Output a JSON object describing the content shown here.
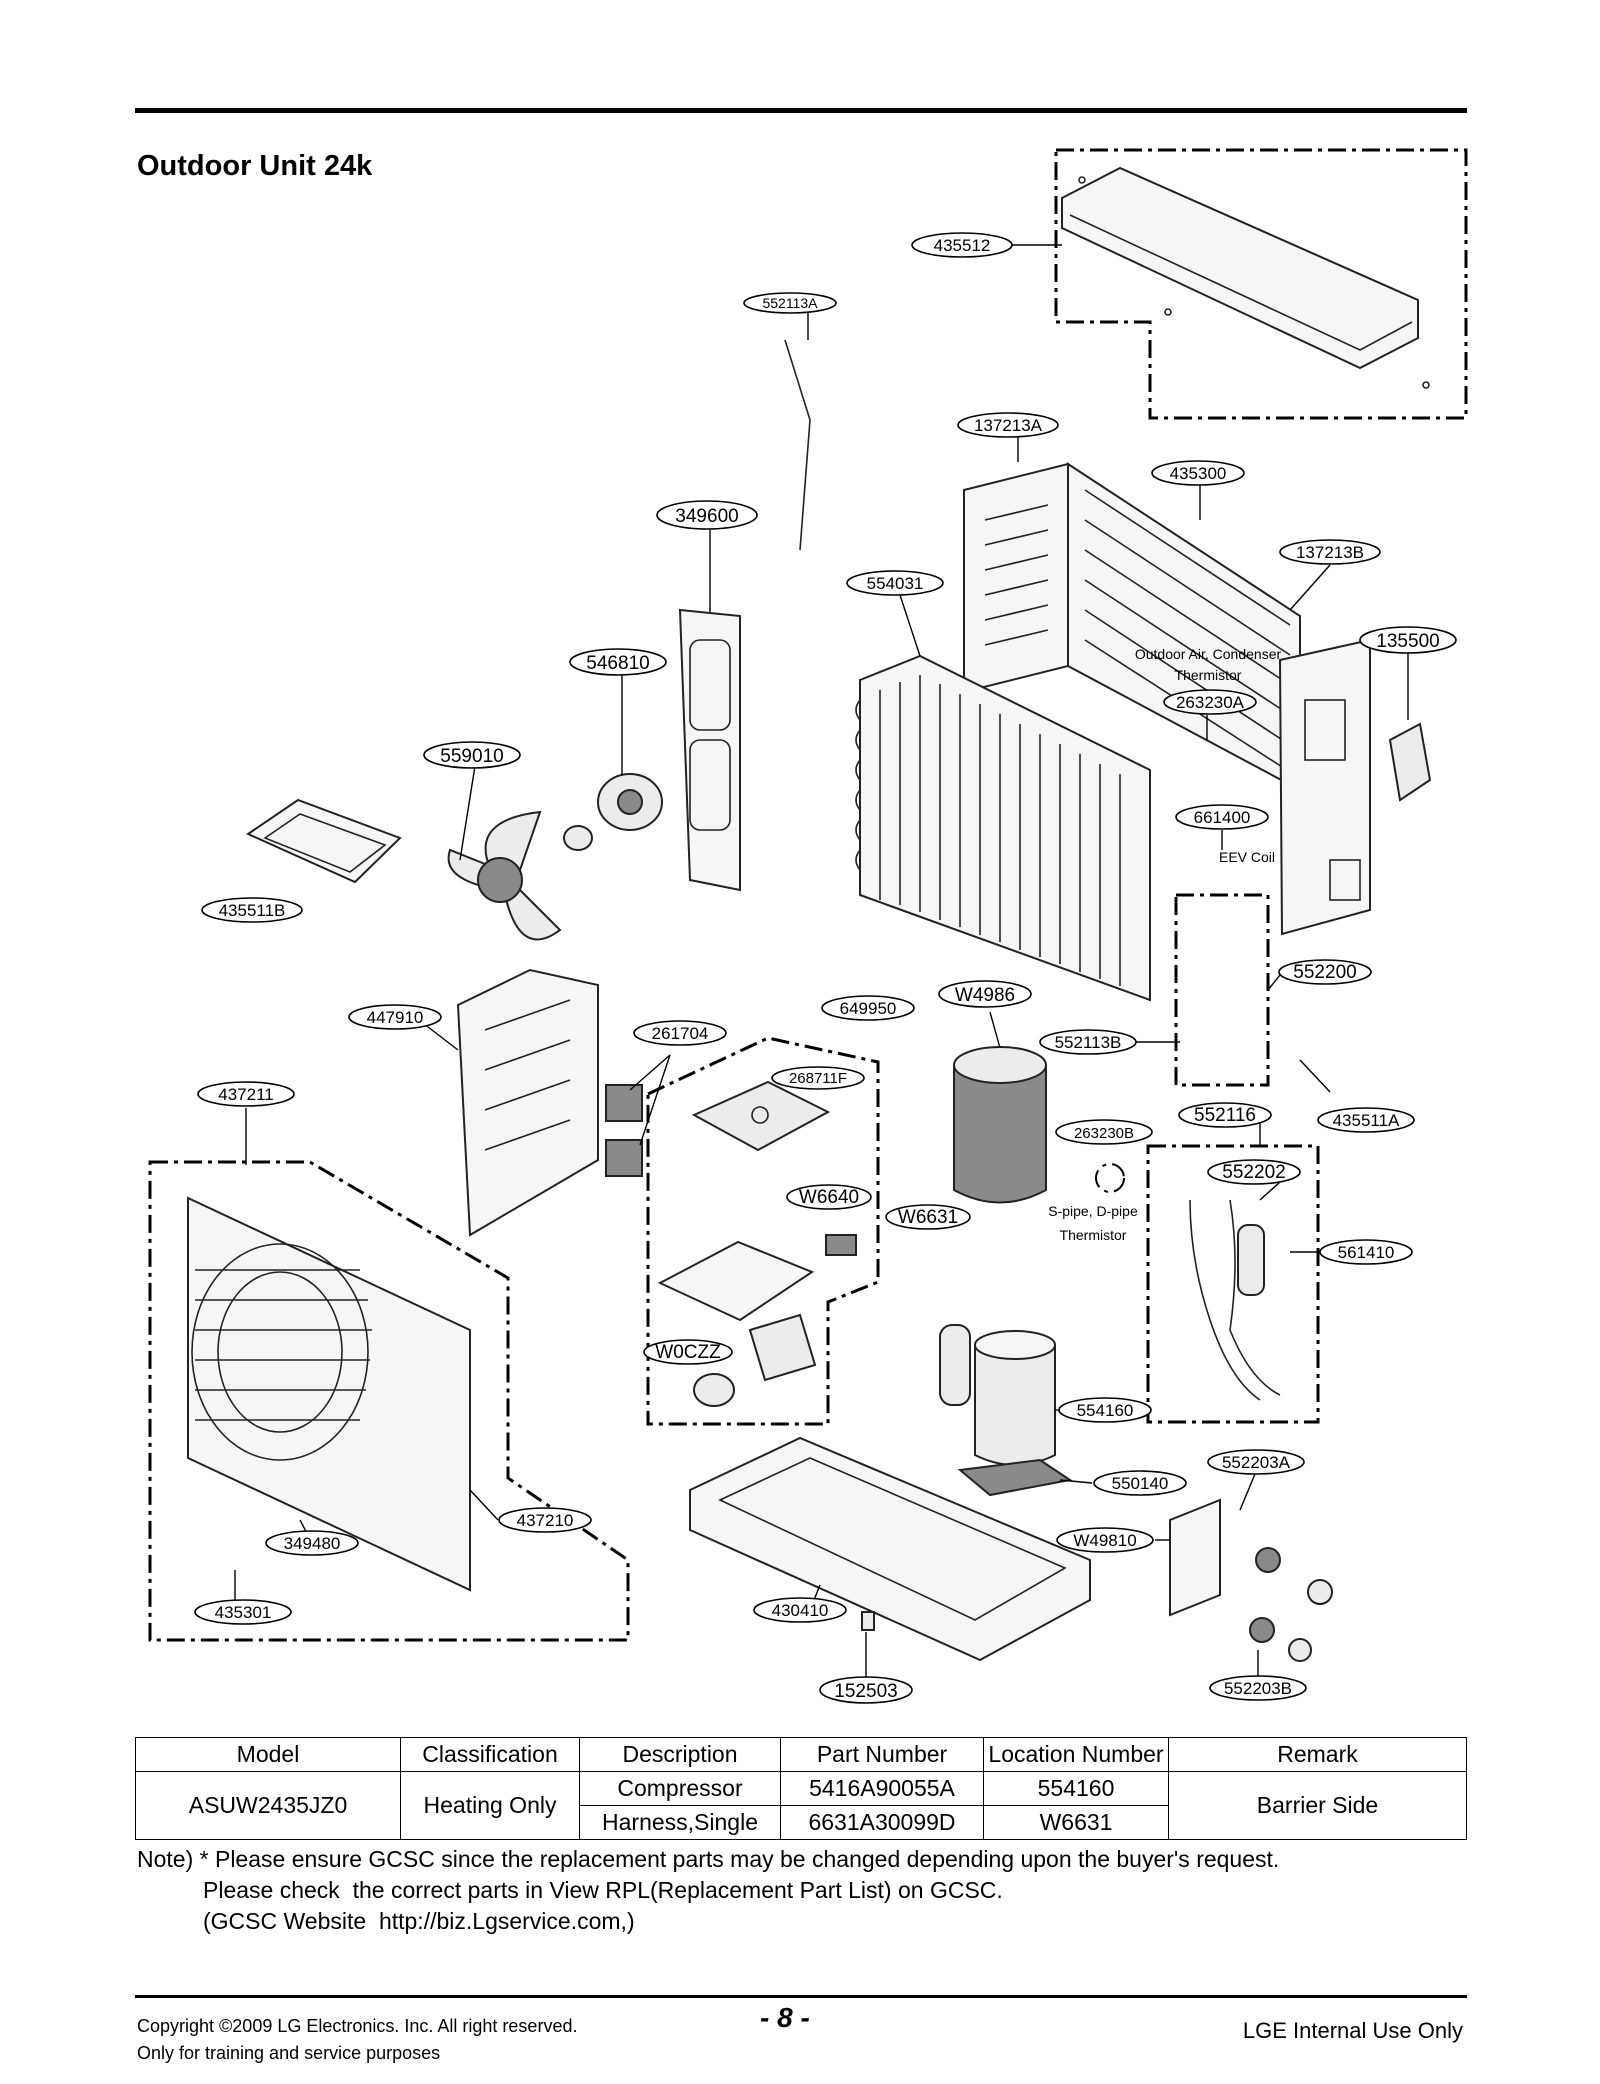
{
  "title": "Outdoor Unit 24k",
  "diagram": {
    "part_labels": [
      {
        "id": "lbl-435512",
        "text": "435512"
      },
      {
        "id": "lbl-552113A",
        "text": "552113A"
      },
      {
        "id": "lbl-137213A",
        "text": "137213A"
      },
      {
        "id": "lbl-435300",
        "text": "435300"
      },
      {
        "id": "lbl-349600",
        "text": "349600"
      },
      {
        "id": "lbl-137213B",
        "text": "137213B"
      },
      {
        "id": "lbl-554031",
        "text": "554031"
      },
      {
        "id": "lbl-135500",
        "text": "135500"
      },
      {
        "id": "lbl-546810",
        "text": "546810"
      },
      {
        "id": "lbl-263230A",
        "text": "263230A"
      },
      {
        "id": "lbl-559010",
        "text": "559010"
      },
      {
        "id": "lbl-661400",
        "text": "661400"
      },
      {
        "id": "lbl-435511B",
        "text": "435511B"
      },
      {
        "id": "lbl-552200",
        "text": "552200"
      },
      {
        "id": "lbl-649950",
        "text": "649950"
      },
      {
        "id": "lbl-W4986",
        "text": "W4986"
      },
      {
        "id": "lbl-447910",
        "text": "447910"
      },
      {
        "id": "lbl-261704",
        "text": "261704"
      },
      {
        "id": "lbl-552113B",
        "text": "552113B"
      },
      {
        "id": "lbl-268711F",
        "text": "268711F"
      },
      {
        "id": "lbl-437211",
        "text": "437211"
      },
      {
        "id": "lbl-552116",
        "text": "552116"
      },
      {
        "id": "lbl-435511A",
        "text": "435511A"
      },
      {
        "id": "lbl-263230B",
        "text": "263230B"
      },
      {
        "id": "lbl-552202",
        "text": "552202"
      },
      {
        "id": "lbl-W6640",
        "text": "W6640"
      },
      {
        "id": "lbl-W6631",
        "text": "W6631"
      },
      {
        "id": "lbl-561410",
        "text": "561410"
      },
      {
        "id": "lbl-W0CZZ",
        "text": "W0CZZ"
      },
      {
        "id": "lbl-554160",
        "text": "554160"
      },
      {
        "id": "lbl-552203A",
        "text": "552203A"
      },
      {
        "id": "lbl-550140",
        "text": "550140"
      },
      {
        "id": "lbl-437210",
        "text": "437210"
      },
      {
        "id": "lbl-349480",
        "text": "349480"
      },
      {
        "id": "lbl-W49810",
        "text": "W49810"
      },
      {
        "id": "lbl-435301",
        "text": "435301"
      },
      {
        "id": "lbl-430410",
        "text": "430410"
      },
      {
        "id": "lbl-152503",
        "text": "152503"
      },
      {
        "id": "lbl-552203B",
        "text": "552203B"
      }
    ],
    "annotations": {
      "condenser_thermistor_line1": "Outdoor Air, Condenser",
      "condenser_thermistor_line2": "Thermistor",
      "eev_coil": "EEV Coil",
      "pipe_thermistor_line1": "S-pipe, D-pipe",
      "pipe_thermistor_line2": "Thermistor"
    }
  },
  "table": {
    "headers": [
      "Model",
      "Classification",
      "Description",
      "Part Number",
      "Location Number",
      "Remark"
    ],
    "model": "ASUW2435JZ0",
    "classification": "Heating Only",
    "rows": [
      {
        "description": "Compressor",
        "part_number": "5416A90055A",
        "location_number": "554160"
      },
      {
        "description": "Harness,Single",
        "part_number": "6631A30099D",
        "location_number": "W6631"
      }
    ],
    "remark": "Barrier Side"
  },
  "note": {
    "line1": "Note) * Please ensure GCSC since the replacement parts may be changed depending upon the buyer's request.",
    "line2": "Please check  the correct parts in View RPL(Replacement Part List) on GCSC.",
    "line3": "(GCSC Website  http://biz.Lgservice.com,)"
  },
  "footer": {
    "copyright": "Copyright ©2009 LG Electronics. Inc. All right reserved.",
    "training": "Only for training and service purposes",
    "page_number": "- 8 -",
    "internal": "LGE Internal Use Only"
  }
}
